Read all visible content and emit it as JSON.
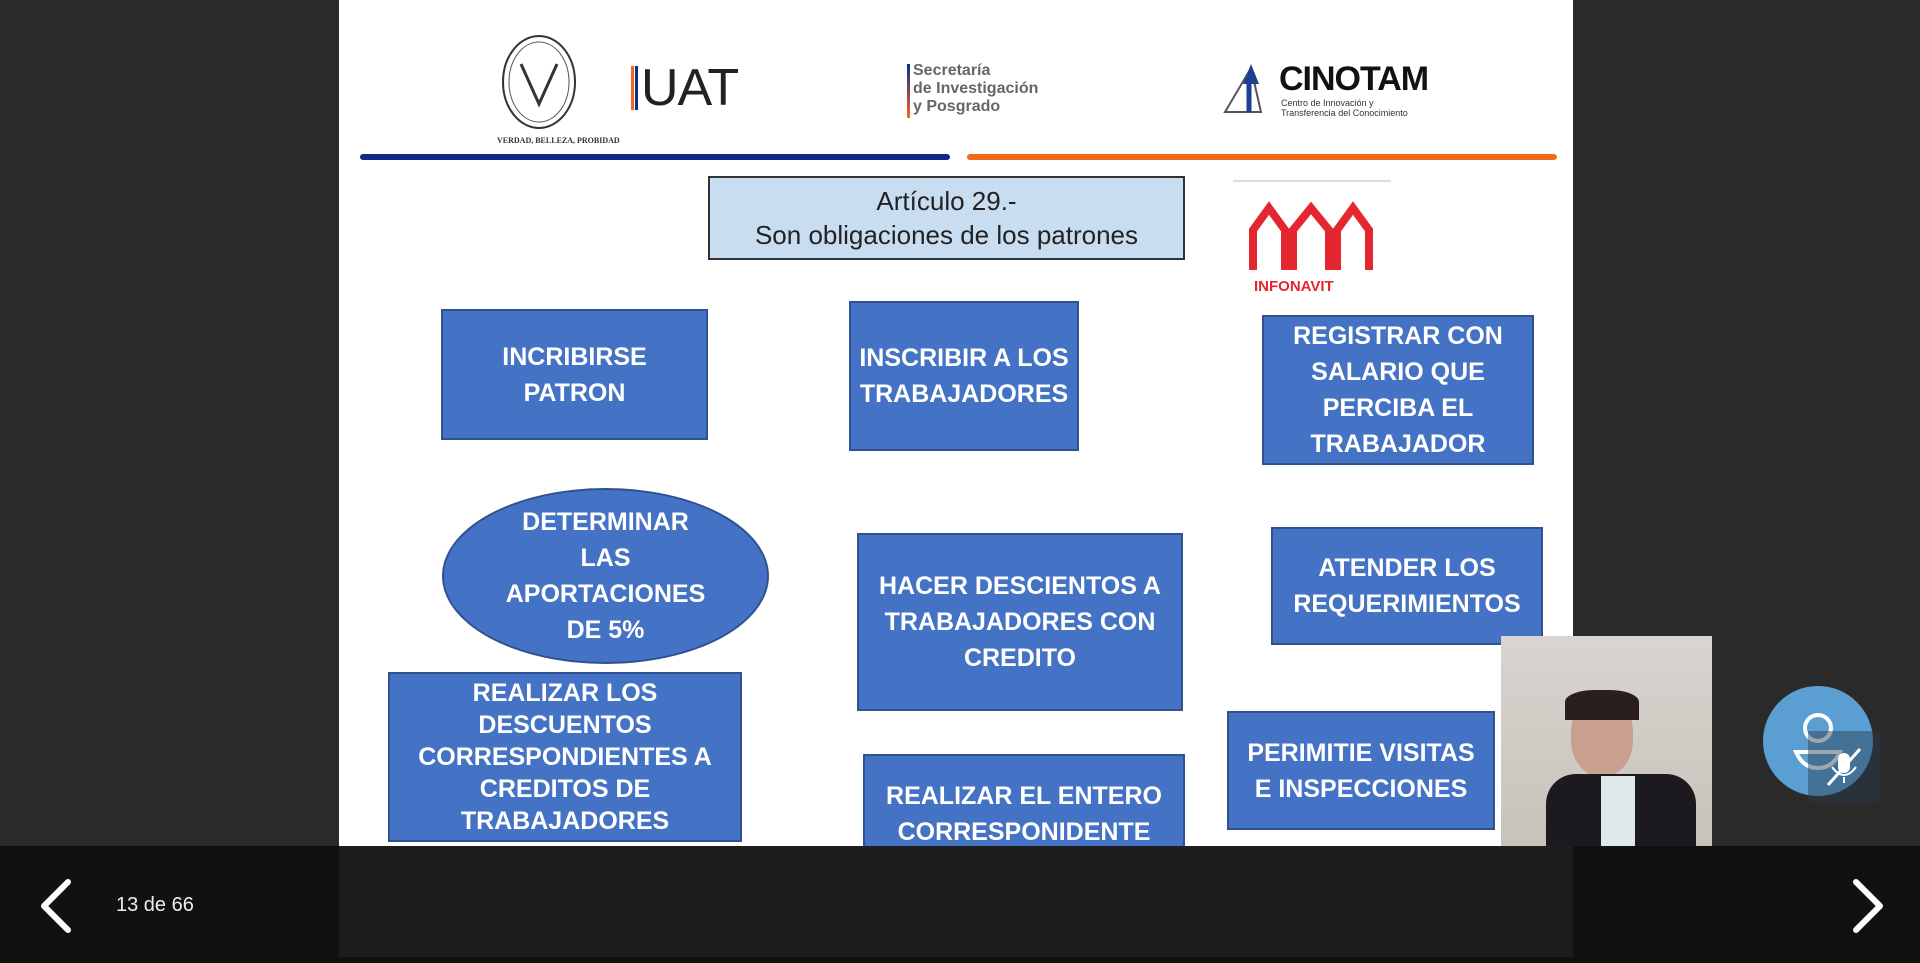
{
  "slide": {
    "logos": {
      "uat": "UAT",
      "uat_motto": "VERDAD, BELLEZA, PROBIDAD",
      "secretaria": [
        "Secretaría",
        "de Investigación",
        "y Posgrado"
      ],
      "cinotam": "CINOTAM",
      "cinotam_sub": [
        "Centro de Innovación y",
        "Transferencia del Conocimiento"
      ],
      "infonavit": "INFONAVIT"
    },
    "title": "Artículo 29.-\nSon obligaciones de los patrones",
    "boxes": [
      "INCRIBIRSE\nPATRON",
      "INSCRIBIR A LOS\nTRABAJADORES",
      "REGISTRAR CON\nSALARIO QUE\nPERCIBA EL\nTRABAJADOR",
      "DETERMINAR\nLAS\nAPORTACIONES\nDE 5%",
      "HACER DESCIENTOS A\nTRABAJADORES CON\nCREDITO",
      "ATENDER LOS\nREQUERIMIENTOS",
      "REALIZAR LOS\nDESCUENTOS\nCORRESPONDIENTES A\nCREDITOS DE\nTRABAJADORES",
      "REALIZAR EL ENTERO\nCORRESPONIDENTE",
      "PERIMITIE VISITAS\nE INSPECCIONES"
    ]
  },
  "viewer": {
    "page_indicator": "13 de 66",
    "prev_icon": "chevron-left-icon",
    "next_icon": "chevron-right-icon"
  },
  "colors": {
    "box": "#4472c4",
    "title_bg": "#c9ddf1",
    "blue_line": "#0f2a86",
    "orange_line": "#f06a1a",
    "avatar": "#5b9fd2"
  }
}
